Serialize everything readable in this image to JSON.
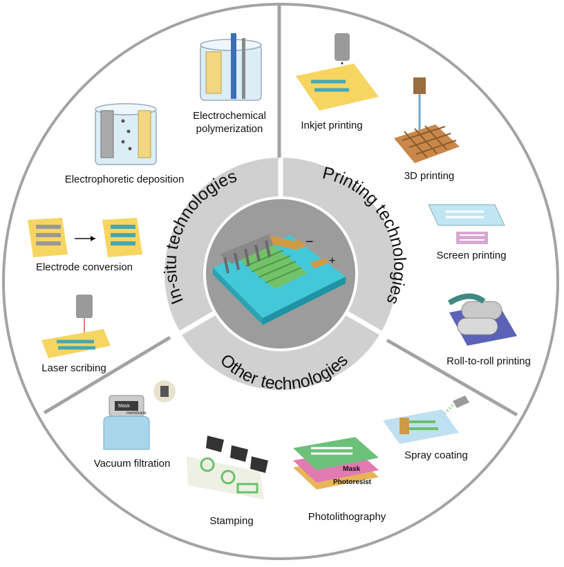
{
  "sections": {
    "in_situ": {
      "title": "In-situ technologies",
      "items": [
        "Electrochemical polymerization",
        "Electrophoretic deposition",
        "Electrode conversion",
        "Laser scribing"
      ]
    },
    "printing": {
      "title": "Printing technologies",
      "items": [
        "Inkjet printing",
        "3D printing",
        "Screen printing",
        "Roll-to-roll printing"
      ]
    },
    "other": {
      "title": "Other technologies",
      "items": [
        "Vacuum filtration",
        "Stamping",
        "Photolithography",
        "Spray coating"
      ]
    }
  },
  "center": {
    "minus": "−",
    "plus": "+"
  },
  "photolithography_layers": {
    "mask": "Mask",
    "photoresist": "Photoresist"
  },
  "vacuum_labels": {
    "mask": "Mask",
    "membrane": "membrane"
  },
  "colors": {
    "ring": "#a3a3a3",
    "inner_ring": "#cfcfcf",
    "center_disc": "#9c9c9c",
    "substrate_cyan": "#43c8d9",
    "electrode_green": "#71c268",
    "current_collector": "#d09a45",
    "pad_yellow": "#f6d561"
  }
}
